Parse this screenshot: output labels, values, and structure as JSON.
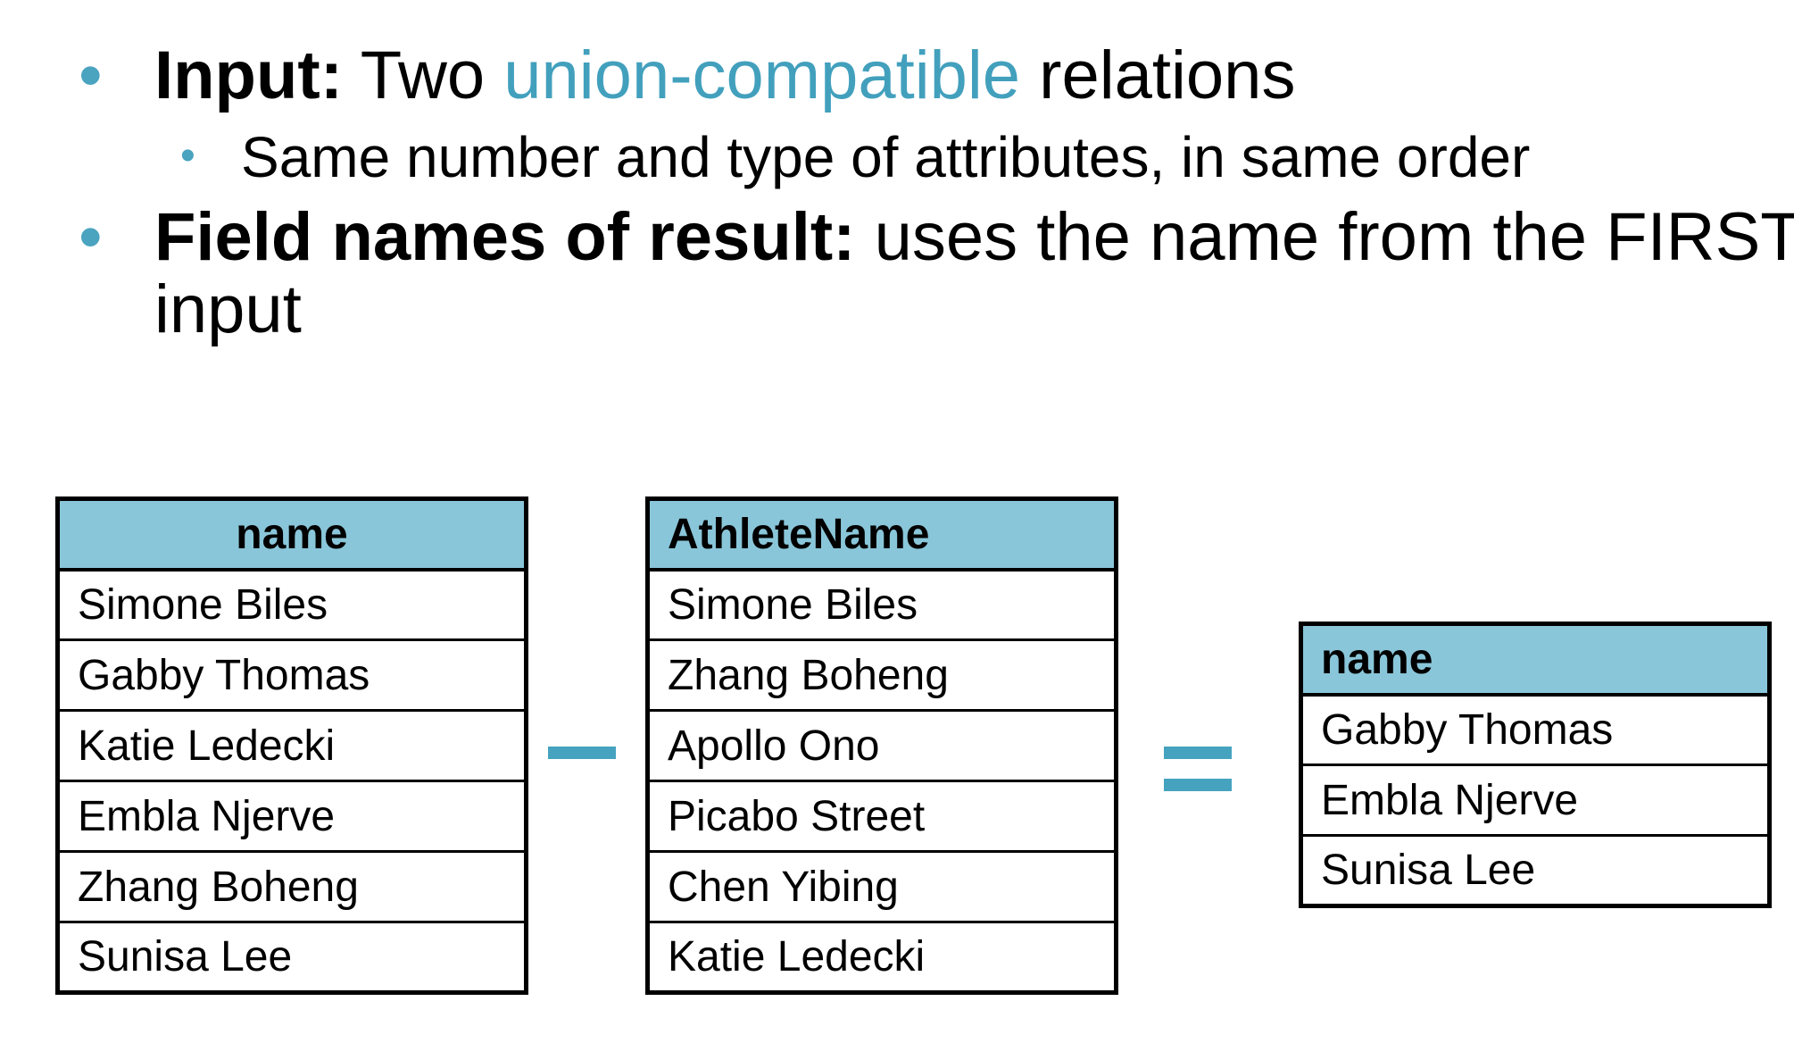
{
  "bullets": [
    {
      "bold": "Input:",
      "text_before": " Two ",
      "highlight": "union-compatible",
      "text_after": " relations",
      "sub": "Same number and type of attributes, in same order"
    },
    {
      "bold": "Field names of result:",
      "text_line1": " uses the name from the FIRST",
      "text_line2": "input"
    }
  ],
  "left_table": {
    "header": "name",
    "rows": [
      "Simone Biles",
      "Gabby Thomas",
      "Katie Ledecki",
      "Embla Njerve",
      "Zhang Boheng",
      "Sunisa Lee"
    ]
  },
  "middle_table": {
    "header": "AthleteName",
    "rows": [
      "Simone Biles",
      "Zhang Boheng",
      "Apollo Ono",
      "Picabo Street",
      "Chen Yibing",
      "Katie Ledecki"
    ]
  },
  "result_table": {
    "header": "name",
    "rows": [
      "Gabby Thomas",
      "Embla Njerve",
      "Sunisa Lee"
    ]
  },
  "colors": {
    "accent": "#42a0bd",
    "header_fill": "#8ac6d9"
  }
}
